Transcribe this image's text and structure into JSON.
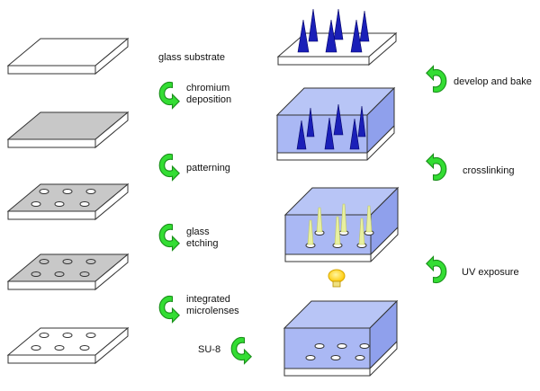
{
  "steps": {
    "glass_substrate": "glass substrate",
    "chromium_line1": "chromium",
    "chromium_line2": "deposition",
    "patterning": "patterning",
    "glass_line1": "glass",
    "glass_line2": "etching",
    "integrated_line1": "integrated",
    "integrated_line2": "microlenses",
    "su8": "SU-8",
    "uv_exposure": "UV exposure",
    "crosslinking": "crosslinking",
    "develop_bake": "develop and bake"
  },
  "colors": {
    "arrow_green": "#33dd33",
    "chromium_gray": "#c8c8c8",
    "resin_blue": "#aab8f4",
    "resin_blue_side": "#8fa0ec",
    "cone_blue": "#1a1fb8",
    "lamp_yellow": "#ffd21a",
    "beam_yellow": "#e8f0a0"
  },
  "icons": {
    "arrow": "curved-arrow-icon",
    "lamp": "uv-lamp-icon"
  }
}
